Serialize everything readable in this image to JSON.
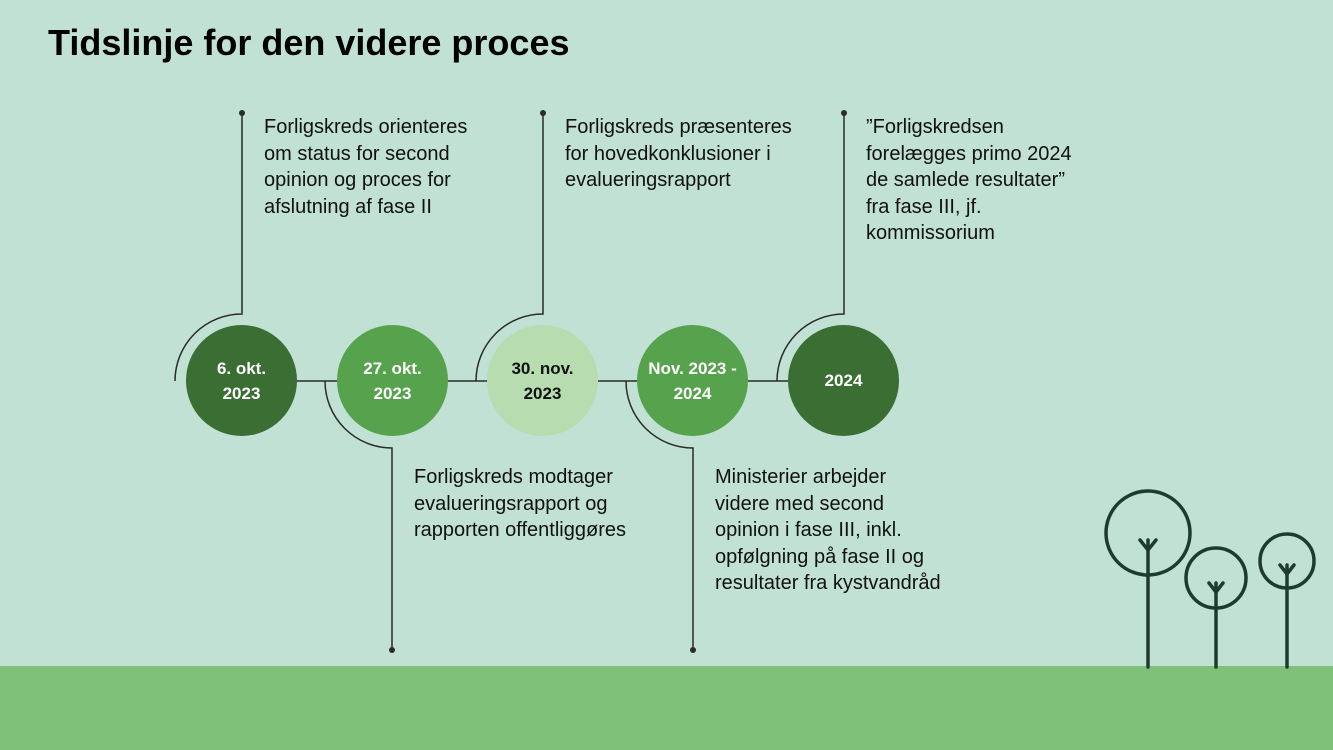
{
  "title": "Tidslinje for den videre proces",
  "milestones": [
    {
      "line1": "6. okt.",
      "line2": "2023",
      "text": "Forligskreds orienteres\nom status for second\nopinion og proces for\nafslutning af fase II"
    },
    {
      "line1": "27. okt.",
      "line2": "2023",
      "text": "Forligskreds modtager\nevalueringsrapport og\nrapporten offentliggøres"
    },
    {
      "line1": "30. nov.",
      "line2": "2023",
      "text": "Forligskreds præsenteres\nfor hovedkonklusioner i\nevalueringsrapport"
    },
    {
      "line1": "Nov. 2023 -",
      "line2": "2024",
      "text": "Ministerier arbejder\nvidere med second\nopinion i fase III, inkl.\nopfølgning på fase II og\nresultater fra kystvandråd"
    },
    {
      "line1": "2024",
      "line2": "",
      "text": "”Forligskredsen\nforelægges primo 2024\nde samlede resultater”\nfra fase III, jf.\nkommissorium"
    }
  ],
  "colors": {
    "background": "#c0e1d3",
    "ground": "#80c17a",
    "milestone_dark": "#3a6e33",
    "milestone_mid": "#57a24d",
    "milestone_light": "#b7dcb0",
    "line": "#2b2b2b"
  },
  "decoration": "trees-icon"
}
